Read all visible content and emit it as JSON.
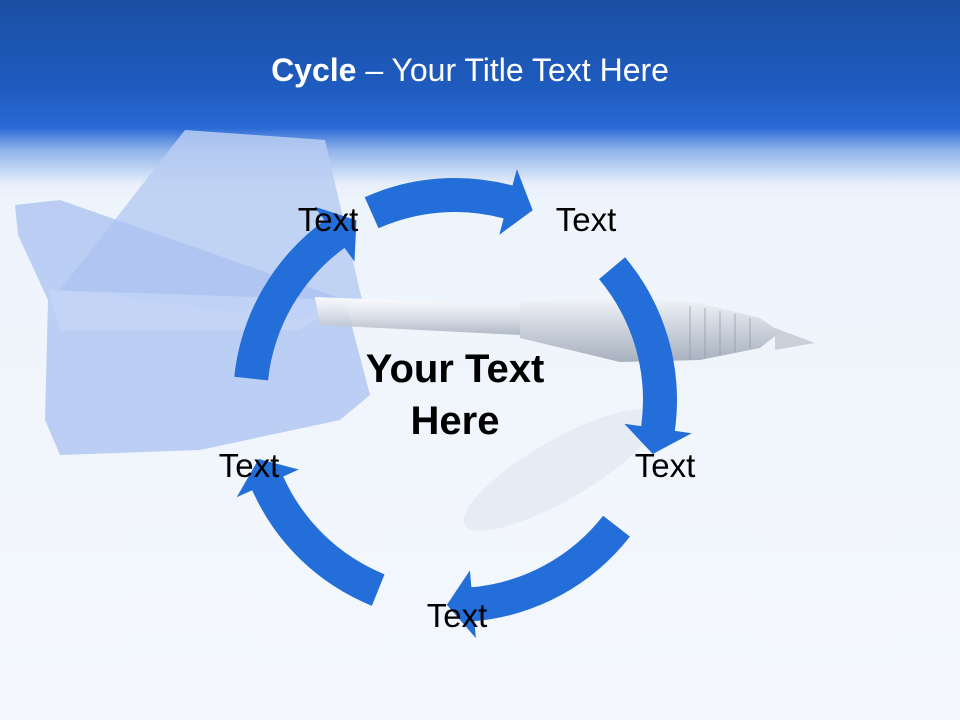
{
  "title": {
    "bold": "Cycle",
    "rest": " – Your Title Text Here"
  },
  "center": {
    "line1": "Your Text",
    "line2": "Here"
  },
  "steps": [
    {
      "label": "Text"
    },
    {
      "label": "Text"
    },
    {
      "label": "Text"
    },
    {
      "label": "Text"
    },
    {
      "label": "Text"
    }
  ],
  "colors": {
    "accent": "#236ed8",
    "header": "#1f5cc0"
  },
  "icons": {
    "background": "dart-icon",
    "cycle": "curved-arrow-icon"
  }
}
